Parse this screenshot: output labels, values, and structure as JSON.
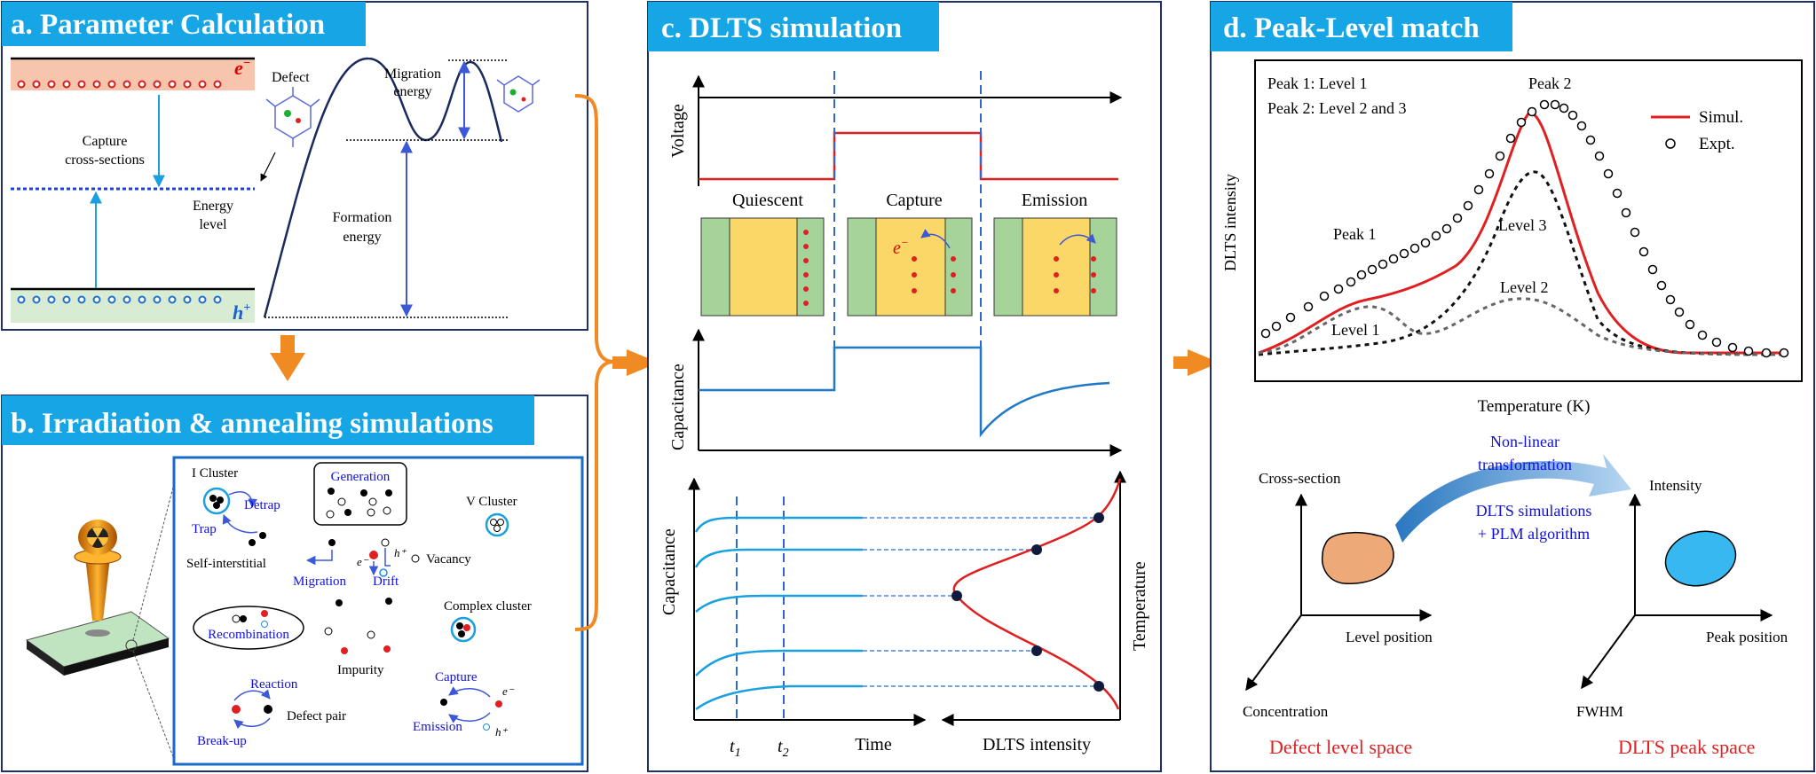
{
  "panels": {
    "a": {
      "title": "a. Parameter Calculation",
      "electron": "e",
      "electron_sup": "−",
      "hole": "h",
      "hole_sup": "+",
      "defect": "Defect",
      "capture_1": "Capture",
      "capture_2": "cross-sections",
      "energy_1": "Energy",
      "energy_2": "level",
      "migration_1": "Migration",
      "migration_2": "energy",
      "formation_1": "Formation",
      "formation_2": "energy"
    },
    "b": {
      "title": "b. Irradiation & annealing simulations",
      "i_cluster": "I Cluster",
      "detrap": "Detrap",
      "trap": "Trap",
      "self_interstitial": "Self-interstitial",
      "generation": "Generation",
      "v_cluster": "V Cluster",
      "vacancy": "Vacancy",
      "migration": "Migration",
      "drift": "Drift",
      "e_minus": "e⁻",
      "h_plus": "h⁺",
      "complex_cluster": "Complex cluster",
      "recombination": "Recombination",
      "impurity": "Impurity",
      "reaction": "Reaction",
      "defect_pair": "Defect pair",
      "break_up": "Break-up",
      "capture": "Capture",
      "emission": "Emission"
    },
    "c": {
      "title": "c. DLTS simulation",
      "voltage": "Voltage",
      "capacitance": "Capacitance",
      "quiescent": "Quiescent",
      "capture": "Capture",
      "emission": "Emission",
      "electron": "e",
      "electron_sup": "−",
      "time": "Time",
      "dlts_intensity": "DLTS intensity",
      "temperature": "Temperature",
      "t1": "t",
      "t1_sub": "1",
      "t2": "t",
      "t2_sub": "2"
    },
    "d": {
      "title": "d. Peak-Level match",
      "peak1_level": "Peak 1: Level 1",
      "peak2_level": "Peak 2: Level 2 and 3",
      "peak2": "Peak 2",
      "peak1": "Peak 1",
      "level1": "Level 1",
      "level2": "Level 2",
      "level3": "Level 3",
      "legend_simul": "Simul.",
      "legend_expt": "Expt.",
      "ylabel": "DLTS intensity",
      "xlabel": "Temperature (K)",
      "nonlinear_1": "Non-linear",
      "nonlinear_2": "transformation",
      "dlts_sim": "DLTS simulations",
      "plm": "+ PLM algorithm",
      "cross_section": "Cross-section",
      "level_position": "Level position",
      "concentration": "Concentration",
      "intensity": "Intensity",
      "peak_position": "Peak position",
      "fwhm": "FWHM",
      "defect_space": "Defect level space",
      "peak_space": "DLTS peak space"
    }
  },
  "colors": {
    "header": "#16a6e6",
    "frame": "#1f2f6b",
    "arrow": "#f08a22",
    "red": "#e02020",
    "blue_curve": "#1f78c8",
    "band_e": "#f7c4ae",
    "band_h": "#d7ecd2",
    "yellow": "#fbd768",
    "green": "#a5d39a"
  }
}
